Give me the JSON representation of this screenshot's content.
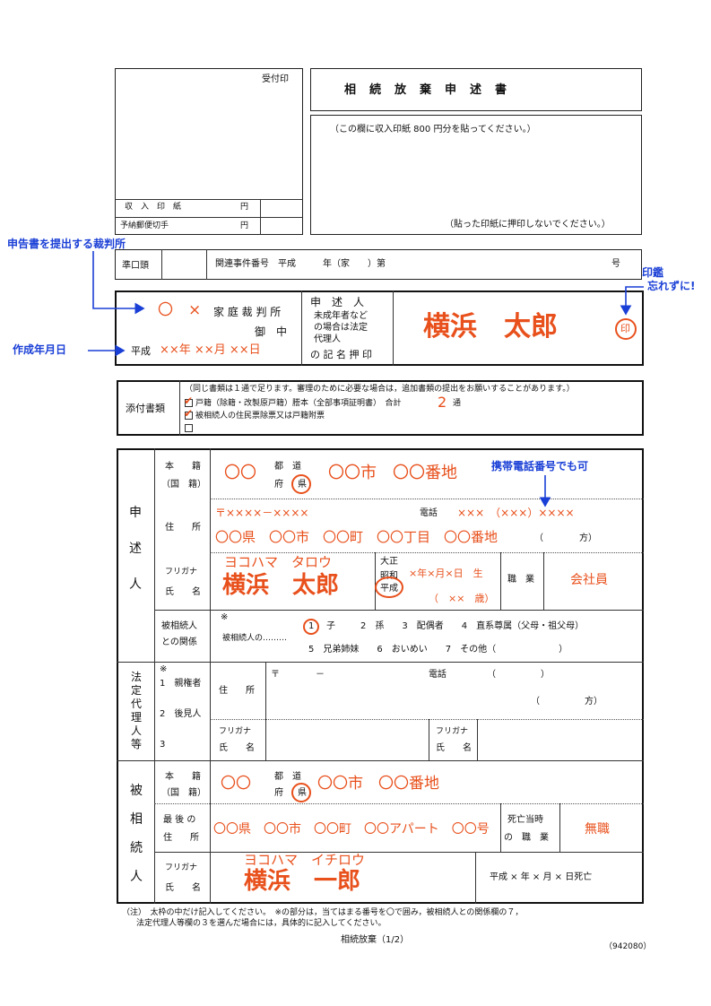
{
  "header": {
    "title": "相　続　放　棄　申　述　書",
    "receipt_stamp": "受付印",
    "stamp_note": "（この欄に収入印紙 800 円分を貼ってください。）",
    "no_seal_note": "（貼った印紙に押印しないでください。）",
    "revenue_stamp": "収　入　印　紙",
    "postage_stamp": "予納郵便切手",
    "yen": "円"
  },
  "case_row": {
    "prelim": "準口頭",
    "related_case": "関連事件番号　平成　　　年（家　　）第",
    "number_suffix": "号"
  },
  "court": {
    "name_marks": "〇　×",
    "family_court": "家 庭 裁 判 所",
    "gochu": "御　中",
    "date_era": "平成",
    "date_marks": "××年 ××月 ××日",
    "applicant_label_1": "申　述　人",
    "applicant_label_2": "未成年者など",
    "applicant_label_3": "の場合は法定",
    "applicant_label_4": "代理人",
    "applicant_label_5": "の 記 名 押 印",
    "applicant_name": "横浜　太郎",
    "seal": "印"
  },
  "attachments": {
    "label": "添付書類",
    "note": "（同じ書類は１通で足ります。審理のために必要な場合は，追加書類の提出をお願いすることがあります。）",
    "item1": "戸籍（除籍・改製原戸籍）謄本（全部事項証明書）　合計",
    "item1_count": "2",
    "item1_unit": "通",
    "item2": "被相続人の住民票除票又は戸籍附票"
  },
  "applicant": {
    "section": "申　述　人",
    "honseki_label": "本　　籍",
    "kokuseki_label": "（国　籍）",
    "todo": "都　道",
    "fuken": "府",
    "ken": "県",
    "honseki_pref": "〇〇",
    "honseki_city": "〇〇市　〇〇番地",
    "address_label": "住　　所",
    "postal": "〒××××－××××",
    "phone_label": "電話",
    "phone_value": "×××　（×××）××××",
    "address_value": "〇〇県　〇〇市　〇〇町　〇〇丁目　〇〇番地",
    "address_kata": "（　　　　方）",
    "furigana_label": "フリガナ",
    "name_label": "氏　　名",
    "furigana": "ヨコハマ　タロウ",
    "name": "横浜　太郎",
    "era_taisho": "大正",
    "era_showa": "昭和",
    "era_heisei": "平成",
    "birth_date": "×年×月×日　生",
    "age": "（　××　歳）",
    "occupation_label": "職　業",
    "occupation": "会社員",
    "relation_label_1": "被相続人",
    "relation_label_2": "との関係",
    "relation_mark": "※",
    "relation_intro": "被相続人の………",
    "rel1": "1",
    "rel_child": "子",
    "rel2": "2　孫　　3　配偶者　　4　直系尊属（父母・祖父母）",
    "rel3": "5　兄弟姉妹　　6　おいめい　　7　その他（　　　　　　　）"
  },
  "legal_rep": {
    "section": "法定代理人等",
    "mark": "※",
    "opt1": "1　親権者",
    "opt2": "2　後見人",
    "opt3": "3",
    "address_label": "住　　所",
    "postal": "〒　　　　－",
    "phone": "電話　　　　　（　　　　　）",
    "kata": "（　　　　　方）",
    "furigana_label": "フリガナ",
    "name_label": "氏　　名"
  },
  "deceased": {
    "section": "被　相　続　人",
    "honseki_label": "本　　籍",
    "kokuseki_label": "（国　籍）",
    "todo": "都　道",
    "fuken": "府",
    "ken": "県",
    "honseki_pref": "〇〇",
    "honseki_city": "〇〇市　〇〇番地",
    "last_address_label_1": "最 後 の",
    "last_address_label_2": "住　　所",
    "last_address": "〇〇県　〇〇市　〇〇町　〇〇アパート　〇〇号",
    "occupation_label_1": "死亡当時",
    "occupation_label_2": "の　職　業",
    "occupation": "無職",
    "furigana_label": "フリガナ",
    "name_label": "氏　　名",
    "furigana": "ヨコハマ　イチロウ",
    "name": "横浜　一郎",
    "death_date": "平成 × 年 × 月 × 日死亡"
  },
  "footer": {
    "note1": "（注）　太枠の中だけ記入してください。　※の部分は，当てはまる番号を〇で囲み，被相続人との関係欄の７，",
    "note2": "法定代理人等欄の３を選んだ場合には，具体的に記入してください。",
    "page_label": "相続放棄（1/2）",
    "code": "（942080）"
  },
  "annotations": {
    "court_note": "申告書を提出する裁判所",
    "date_note": "作成年月日",
    "seal_note_1": "印鑑",
    "seal_note_2": "忘れずに!",
    "phone_note": "携帯電話番号でも可"
  },
  "colors": {
    "fill_in": "#e8501c",
    "annotation": "#1a3fd6"
  }
}
